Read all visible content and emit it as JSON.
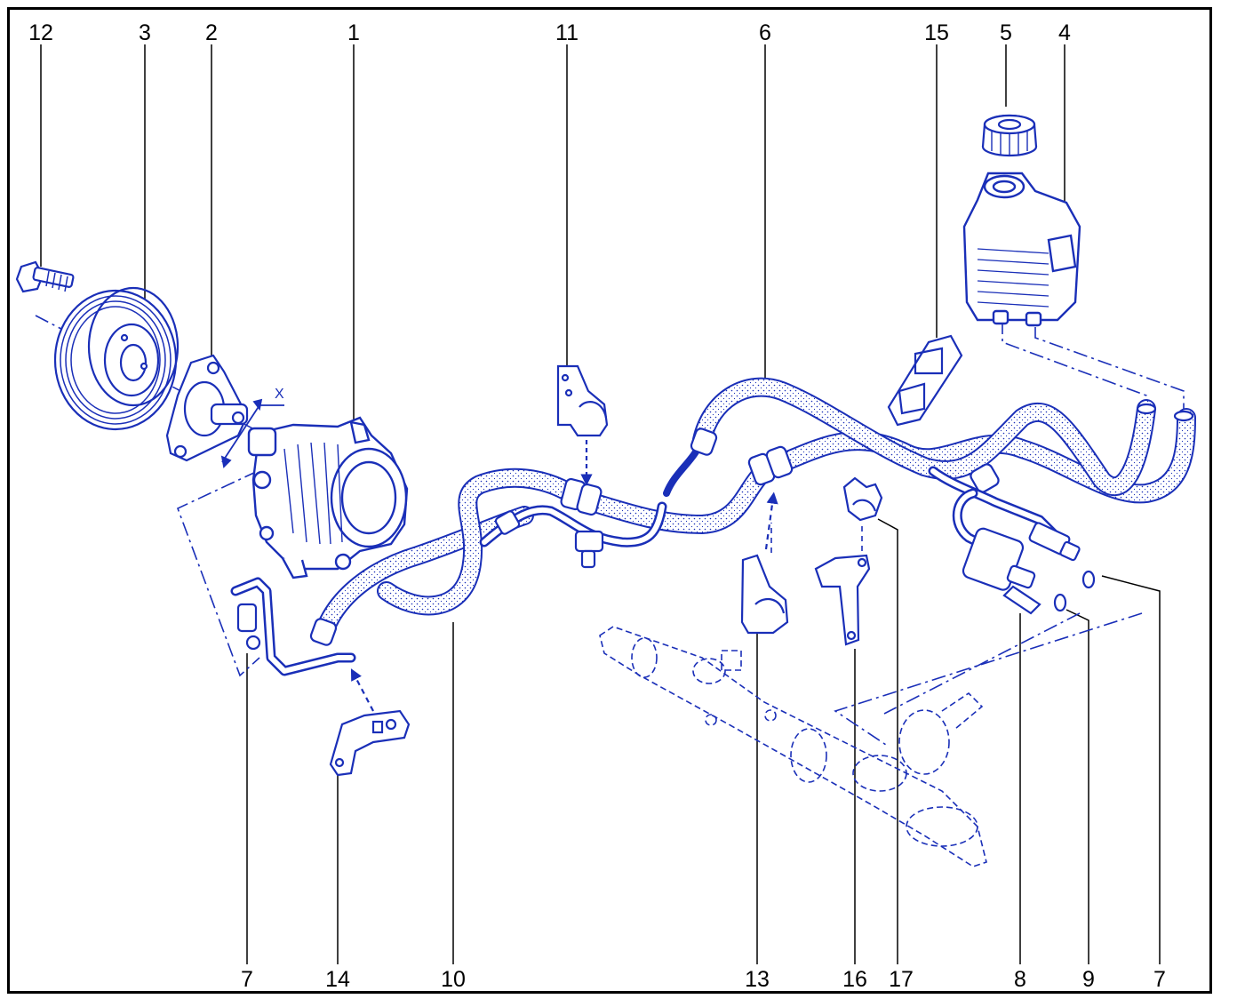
{
  "colors": {
    "ink": "#1a2fb8",
    "hose_fill": "#ffffff",
    "frame": "#000000",
    "leader": "#000000"
  },
  "dimension_marker": "X",
  "callouts_top": [
    "12",
    "3",
    "2",
    "1",
    "11",
    "6",
    "15",
    "5",
    "4"
  ],
  "callouts_bottom": [
    "7",
    "14",
    "10",
    "13",
    "16",
    "17",
    "8",
    "9",
    "7"
  ]
}
